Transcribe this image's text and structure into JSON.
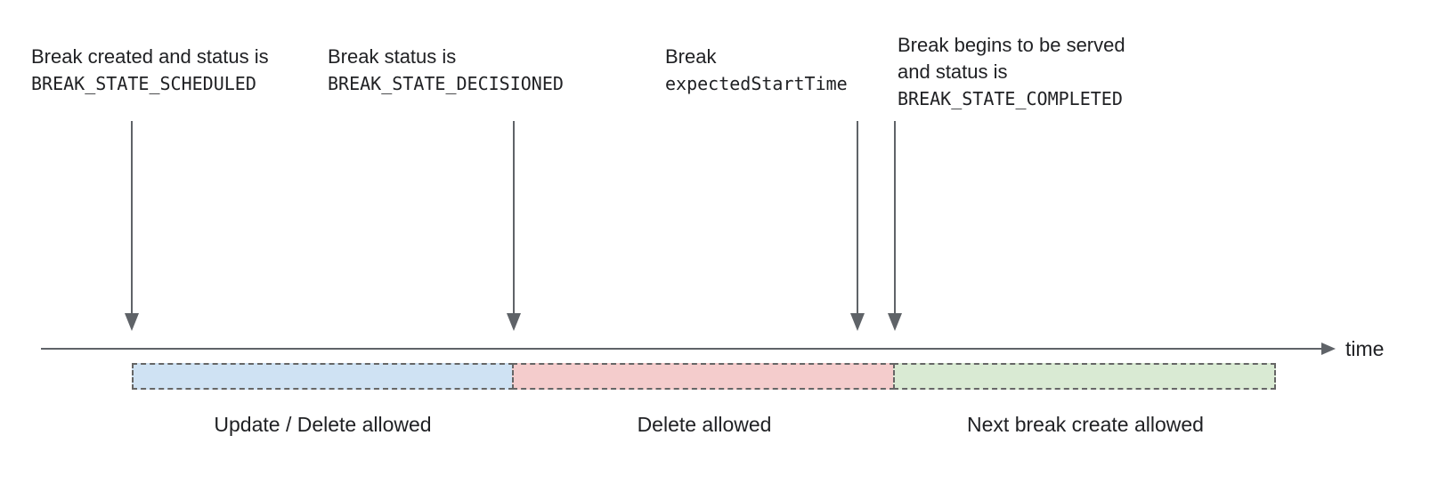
{
  "annotations": [
    {
      "line1": "Break created and status is",
      "line2": "BREAK_STATE_SCHEDULED"
    },
    {
      "line1": "Break status is",
      "line2": "BREAK_STATE_DECISIONED"
    },
    {
      "line1": "Break",
      "line2": "expectedStartTime"
    },
    {
      "line1": "Break begins to be served",
      "line2": "and status is",
      "line3": "BREAK_STATE_COMPLETED"
    }
  ],
  "timeline": {
    "label": "time"
  },
  "segments": [
    {
      "label": "Update / Delete allowed",
      "fill": "#cfe2f3"
    },
    {
      "label": "Delete allowed",
      "fill": "#f4cccc"
    },
    {
      "label": "Next break create allowed",
      "fill": "#d9ead3"
    }
  ],
  "colors": {
    "arrow": "#5f6368",
    "segment_border": "#666666",
    "text": "#202124"
  }
}
